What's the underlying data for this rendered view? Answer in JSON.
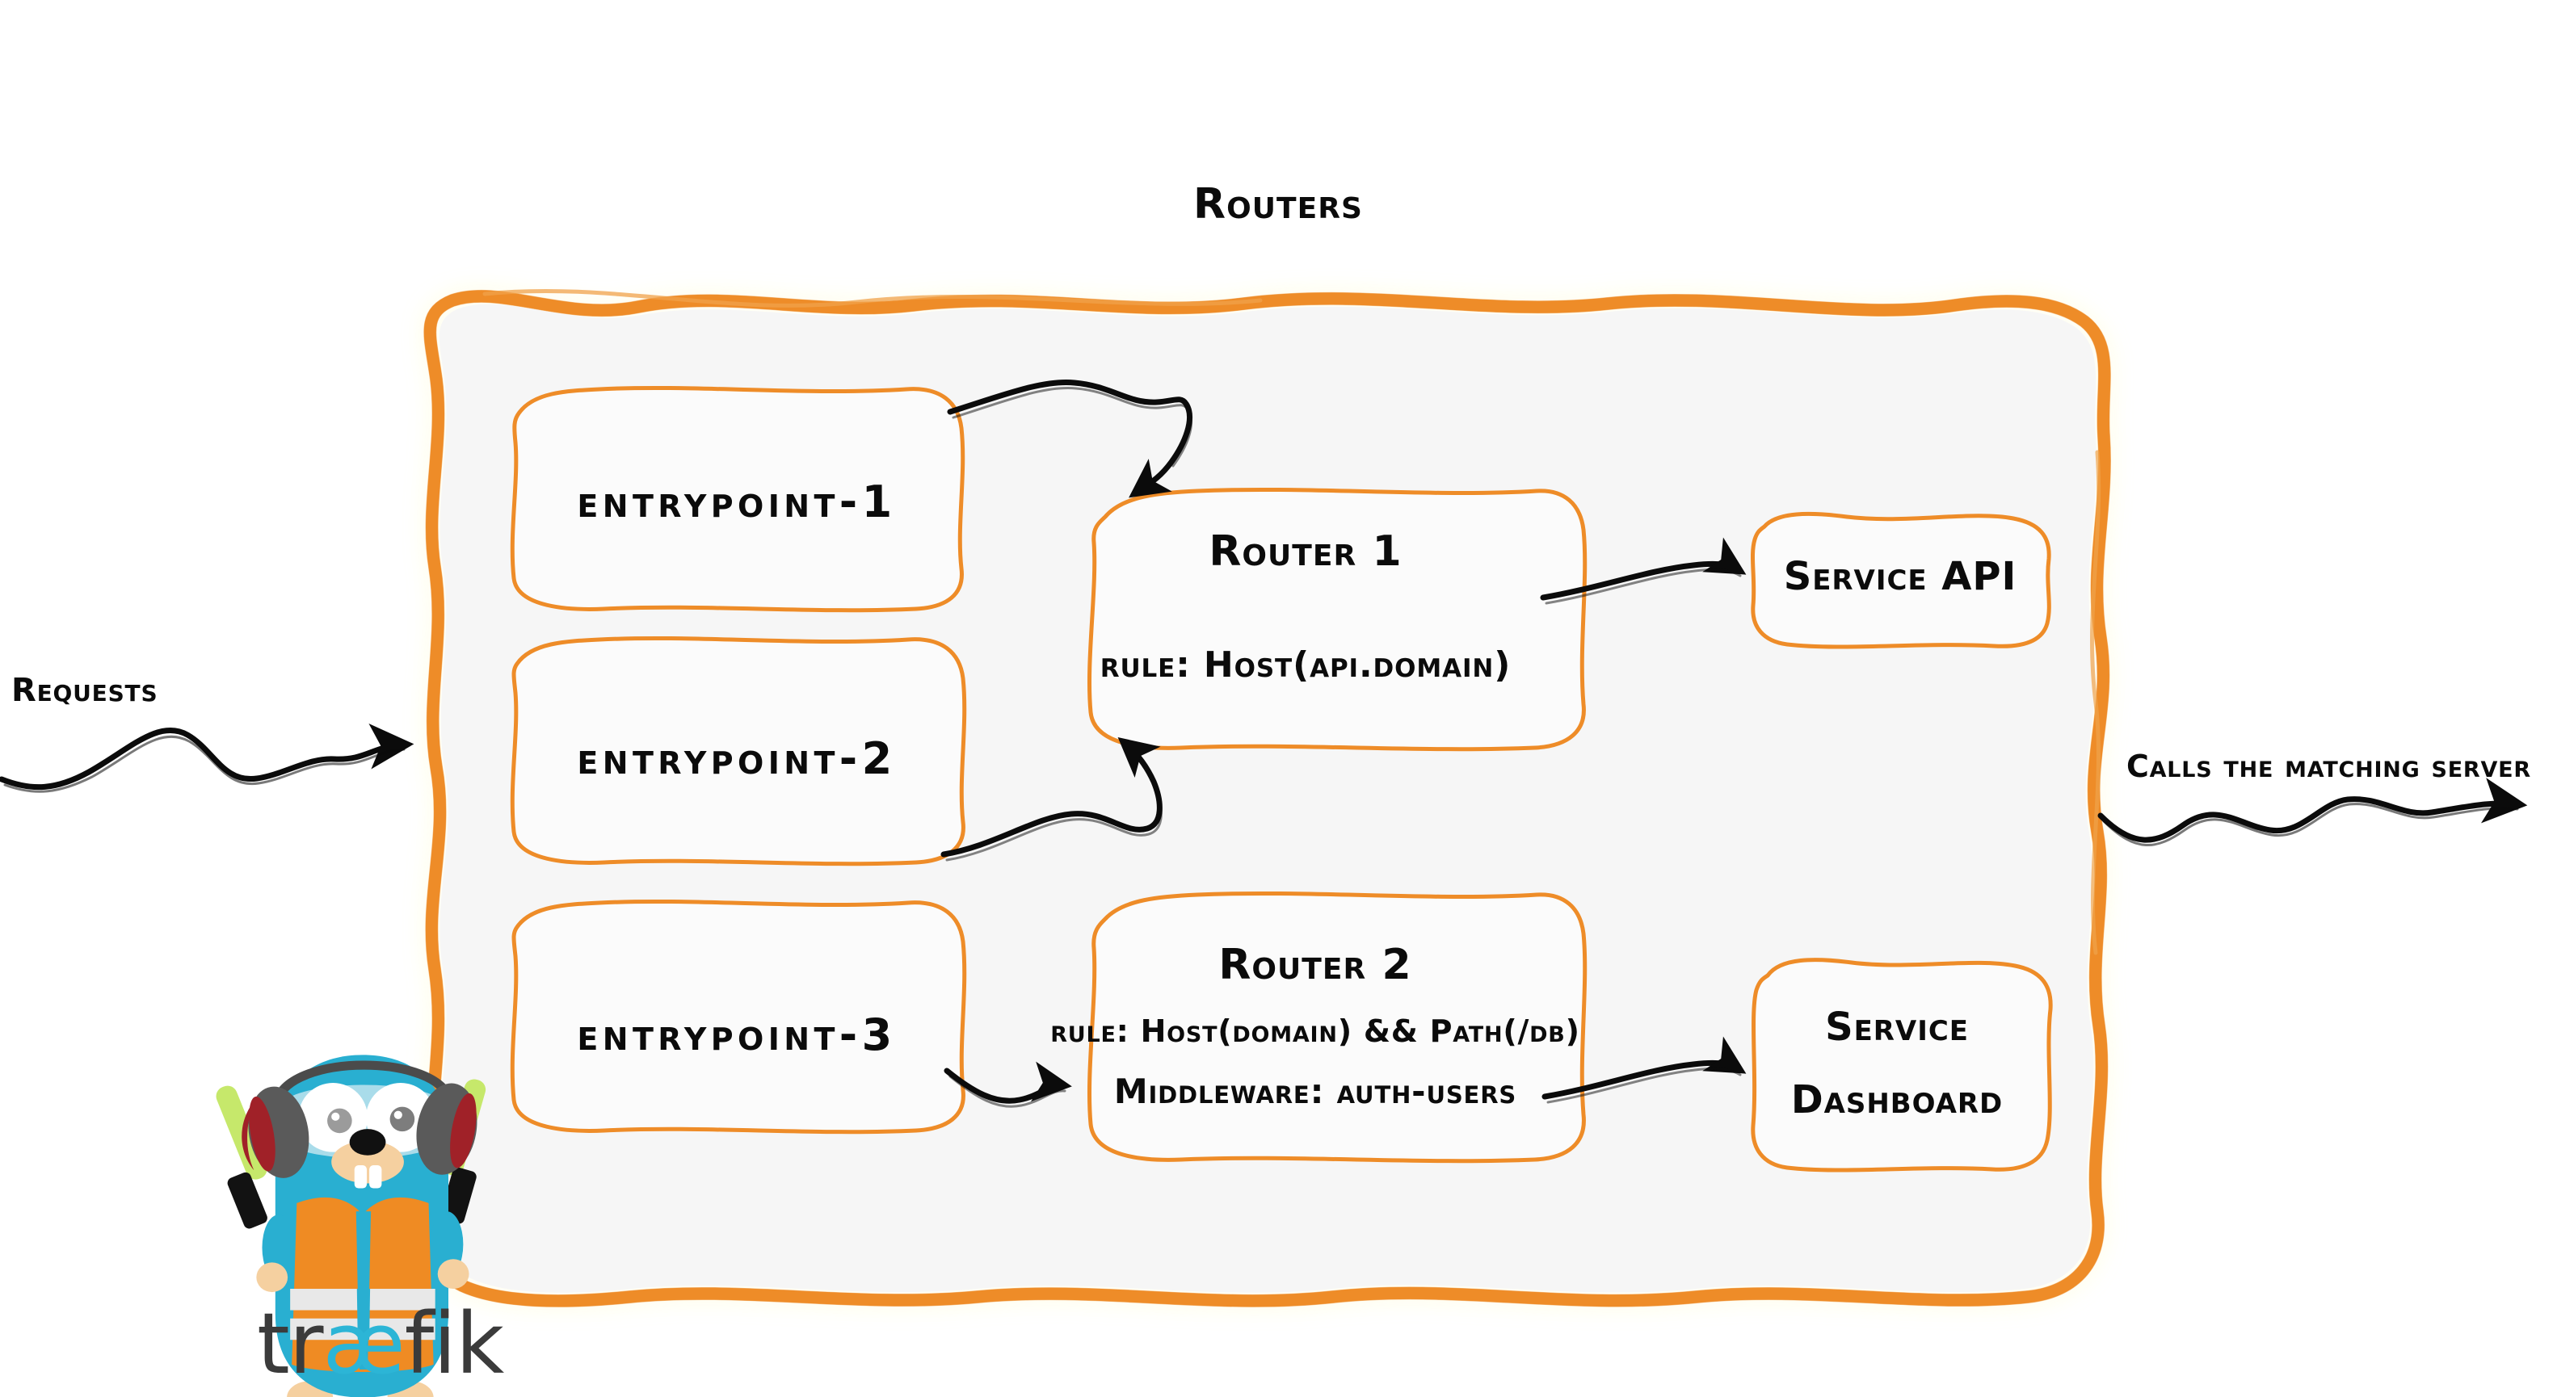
{
  "diagram": {
    "title": "Routers",
    "product": "traefik",
    "accent_color": "#EE8C28",
    "panel_fill": "#F5F5F5",
    "ink_color": "#0B0B0B",
    "brand_blue": "#2CB5D6"
  },
  "entrypoints": [
    {
      "label": "entrypoint-1"
    },
    {
      "label": "entrypoint-2"
    },
    {
      "label": "entrypoint-3"
    }
  ],
  "routers": [
    {
      "name": "Router 1",
      "lines": [
        "rule: Host(api.domain)"
      ]
    },
    {
      "name": "Router 2",
      "lines": [
        "rule: Host(domain) && Path(/db)",
        "Middleware: auth-users"
      ]
    }
  ],
  "services": [
    {
      "lines": [
        "Service API"
      ]
    },
    {
      "lines": [
        "Service",
        "Dashboard"
      ]
    }
  ],
  "side_labels": {
    "left": "Requests",
    "right": "Calls the matching server"
  },
  "logo": {
    "wordmark_a": "tr",
    "wordmark_ae": "æ",
    "wordmark_b": "fik",
    "mascot": "traefik-gopher"
  }
}
